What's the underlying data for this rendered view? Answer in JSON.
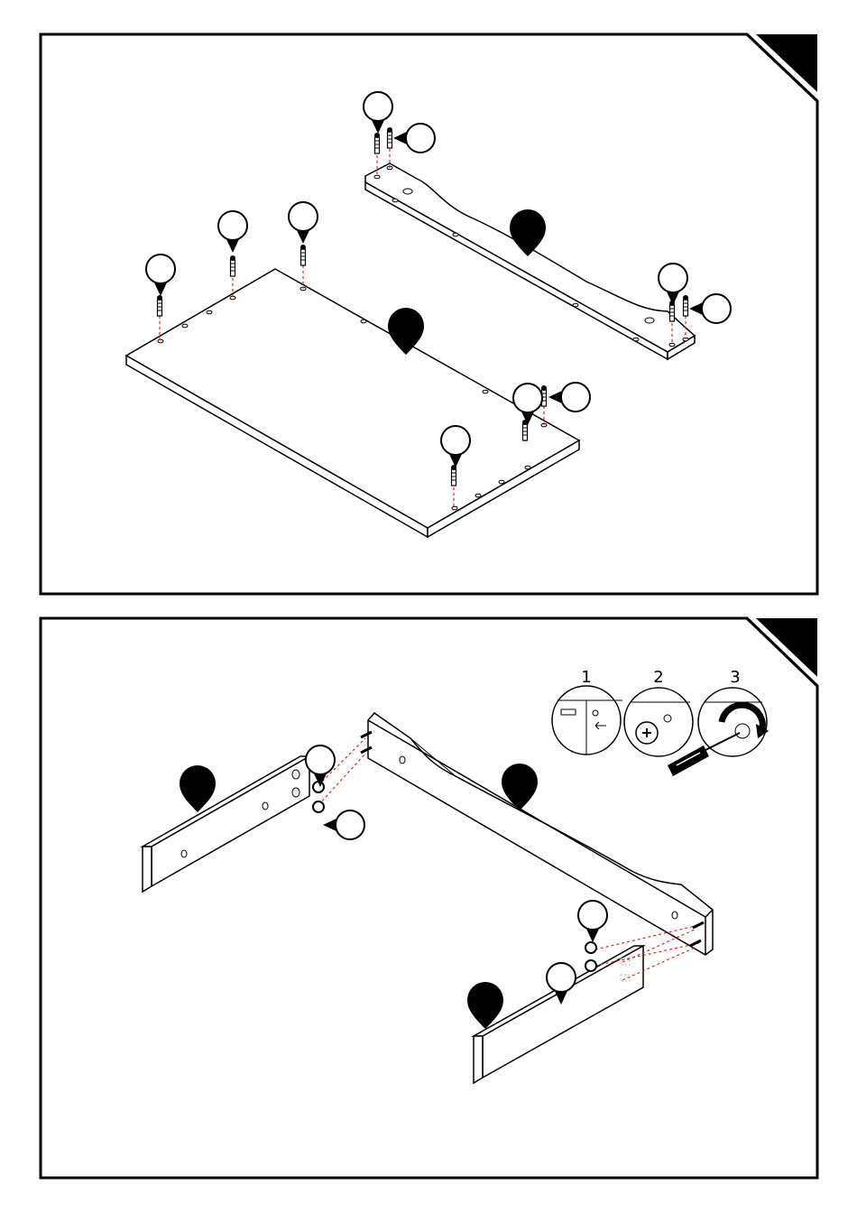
{
  "document": {
    "type": "assembly-instructions",
    "panels": [
      {
        "id": "panel-1",
        "step_number": "",
        "callouts_shown_blank": true
      },
      {
        "id": "panel-2",
        "step_number": "",
        "callouts_shown_blank": true
      }
    ],
    "detail_steps": [
      "1",
      "2",
      "3"
    ]
  },
  "colors": {
    "line": "#000000",
    "guide": "#d42a2a",
    "paper": "#ffffff"
  },
  "icons": [
    "part-marker-icon",
    "hardware-callout-icon",
    "screwdriver-icon",
    "rotate-arrow-icon",
    "cam-lock-icon",
    "dowel-icon"
  ]
}
